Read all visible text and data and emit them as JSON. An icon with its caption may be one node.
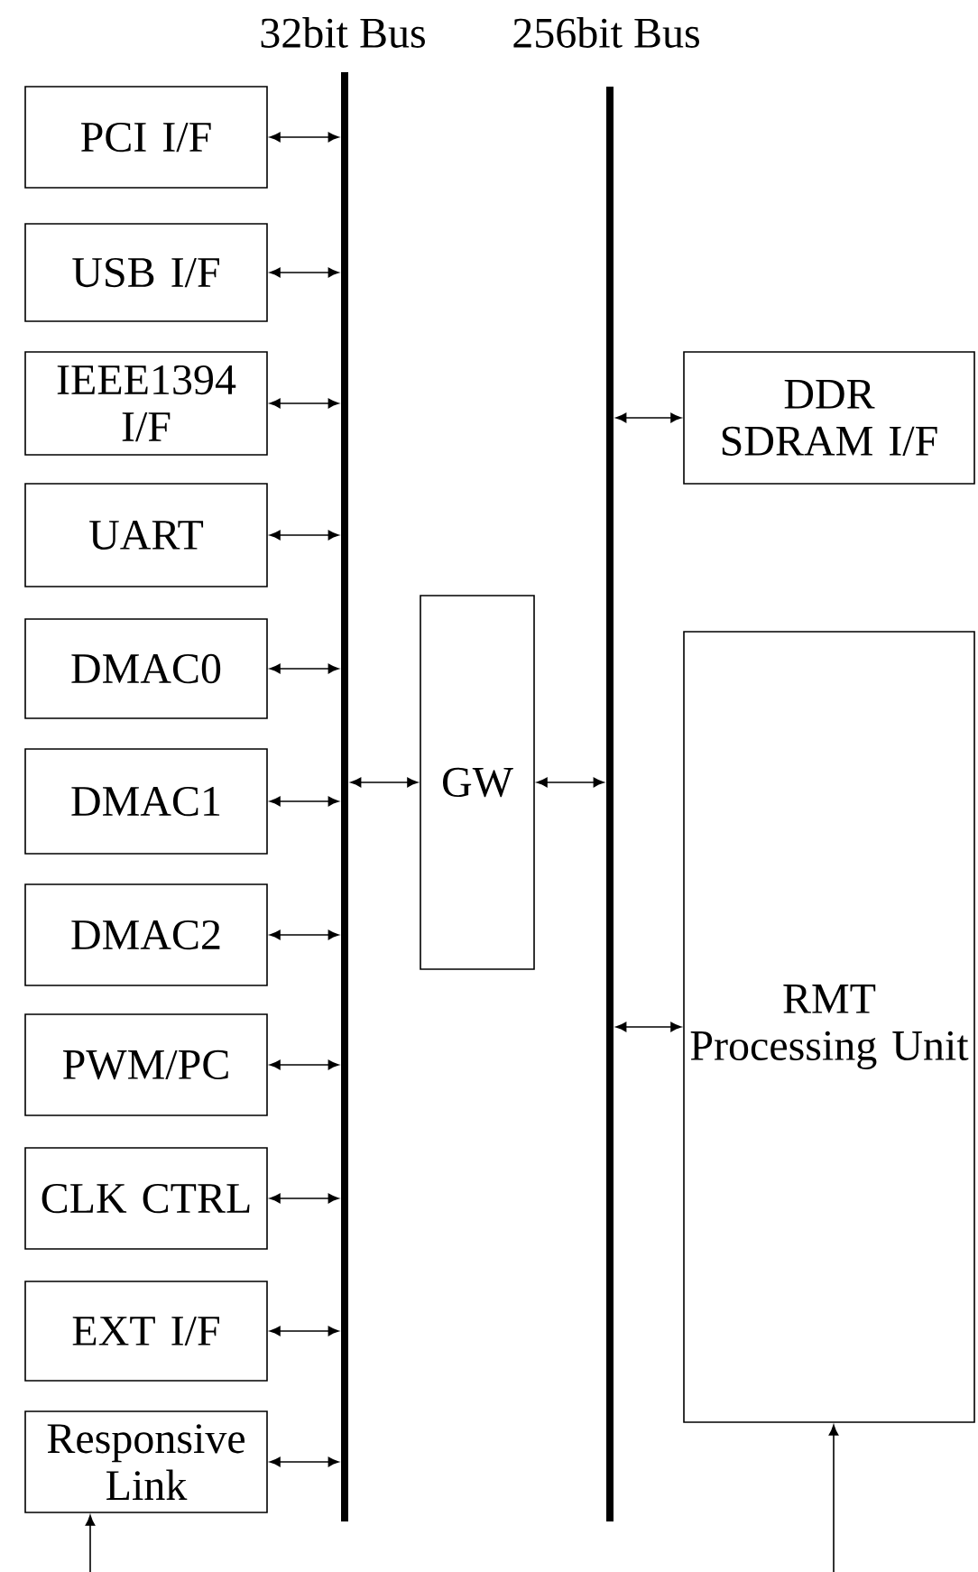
{
  "diagram": {
    "nodes": [
      {
        "text": [
          "PCI I/F"
        ]
      },
      {
        "text": [
          "USB I/F"
        ]
      },
      {
        "text": [
          "IEEE1394 I/F"
        ]
      },
      {
        "text": [
          "UART"
        ]
      },
      {
        "text": [
          "DMAC0"
        ]
      },
      {
        "text": [
          "DMAC1"
        ]
      },
      {
        "text": [
          "DMAC2"
        ]
      },
      {
        "text": [
          "PWM/PC"
        ]
      },
      {
        "text": [
          "CLK CTRL"
        ]
      },
      {
        "text": [
          "EXT I/F"
        ]
      },
      {
        "text": [
          "Responsive Link"
        ]
      },
      {
        "text": [
          "32bit Bus"
        ]
      },
      {
        "text": [
          "256bit Bus"
        ]
      },
      {
        "text": [
          "GW"
        ]
      },
      {
        "text": [
          "DDR SDRAM I/F"
        ]
      },
      {
        "text": [
          "RMT Processing Unit"
        ]
      }
    ],
    "edges": [
      {
        "from": 0,
        "to": 11,
        "arrow": "both"
      },
      {
        "from": 1,
        "to": 11,
        "arrow": "both"
      },
      {
        "from": 2,
        "to": 11,
        "arrow": "both"
      },
      {
        "from": 3,
        "to": 11,
        "arrow": "both"
      },
      {
        "from": 4,
        "to": 11,
        "arrow": "both"
      },
      {
        "from": 5,
        "to": 11,
        "arrow": "both"
      },
      {
        "from": 6,
        "to": 11,
        "arrow": "both"
      },
      {
        "from": 7,
        "to": 11,
        "arrow": "both"
      },
      {
        "from": 8,
        "to": 11,
        "arrow": "both"
      },
      {
        "from": 9,
        "to": 11,
        "arrow": "both"
      },
      {
        "from": 10,
        "to": 11,
        "arrow": "both"
      },
      {
        "from": 13,
        "to": 11,
        "arrow": "both"
      },
      {
        "from": 13,
        "to": 12,
        "arrow": "both"
      },
      {
        "from": 14,
        "to": 12,
        "arrow": "both"
      },
      {
        "from": 15,
        "to": 12,
        "arrow": "both"
      },
      {
        "from": null,
        "to": 10,
        "arrow": "to"
      },
      {
        "from": null,
        "to": 15,
        "arrow": "to"
      }
    ]
  }
}
